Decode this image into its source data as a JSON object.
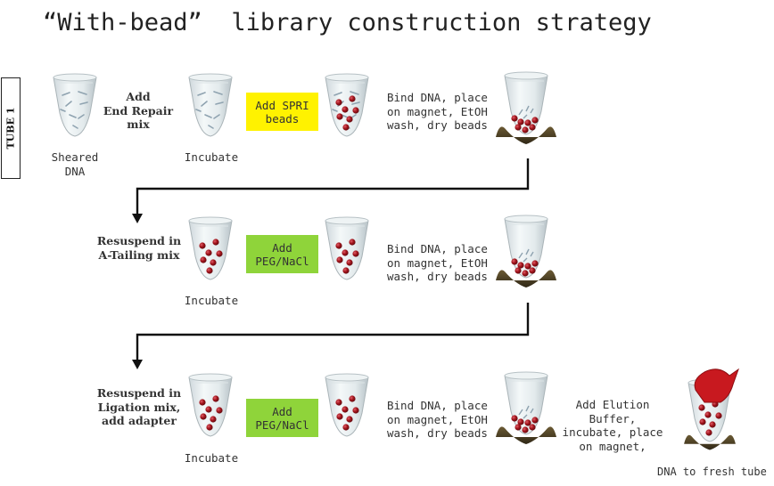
{
  "title": "“With-bead”  library construction strategy",
  "tube_label": "TUBE 1",
  "row1": {
    "start_label": "Sheared\nDNA",
    "step1": "Add\nEnd Repair\nmix",
    "incubate": "Incubate",
    "box": "Add SPRI\nbeads",
    "bind": "Bind DNA, place\non magnet, EtOH\nwash, dry beads"
  },
  "row2": {
    "step1": "Resuspend in\nA-Tailing mix",
    "incubate": "Incubate",
    "box": "Add\nPEG/NaCl",
    "bind": "Bind DNA, place\non magnet, EtOH\nwash, dry beads"
  },
  "row3": {
    "step1": "Resuspend in\nLigation mix,\nadd adapter",
    "incubate": "Incubate",
    "box": "Add\nPEG/NaCl",
    "bind": "Bind DNA, place\non magnet, EtOH\nwash, dry beads",
    "elution": "Add Elution\nBuffer,\nincubate, place\non magnet,",
    "final": "DNA to fresh tube"
  },
  "colors": {
    "spri_box": "#fff200",
    "peg_box": "#8fd43a",
    "bead": "#a3141c",
    "magnet": "#4a3e24",
    "cap": "#c8191f"
  }
}
